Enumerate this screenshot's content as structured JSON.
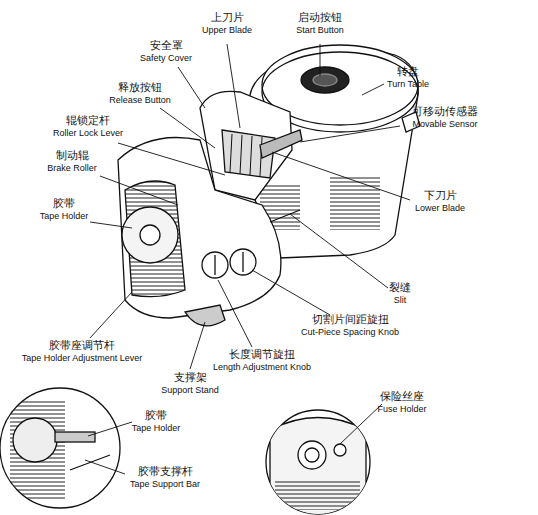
{
  "diagram": {
    "labels": [
      "上刀片",
      "Upper Blade",
      "启动按钮",
      "Start Button",
      "安全罩",
      "Safety Cover",
      "转盘",
      "Turn Table",
      "释放按钮",
      "Release Button",
      "可移动传感器",
      "Movable Sensor",
      "辊锁定杆",
      "Roller Lock Lever",
      "制动辊",
      "Brake Roller",
      "胶带",
      "Tape Holder",
      "下刀片",
      "Lower Blade",
      "裂缝",
      "Slit",
      "切割片间距旋扭",
      "Cut-Piece Spacing Knob",
      "胶带座调节杆",
      "Tape Holder Adjustment Lever",
      "长度调节旋扭",
      "Length Adjustment Knob",
      "支撑架",
      "Support Stand",
      "胶带",
      "Tape Holder",
      "保险丝座",
      "Fuse Holder",
      "胶带支撑杆",
      "Tape Support Bar"
    ]
  }
}
